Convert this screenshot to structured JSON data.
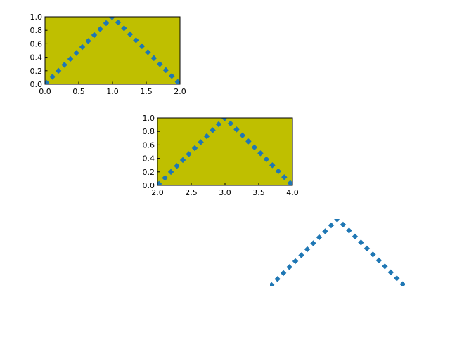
{
  "colors": {
    "axes_face": "#bfbf00",
    "line": "#1f77b4",
    "frame": "#000000",
    "background": "#ffffff"
  },
  "chart_data": [
    {
      "type": "line",
      "x": [
        0.0,
        1.0,
        2.0
      ],
      "y": [
        0.0,
        1.0,
        0.0
      ],
      "xlim": [
        0.0,
        2.0
      ],
      "ylim": [
        0.0,
        1.0
      ],
      "xticks": [
        "0.0",
        "0.5",
        "1.0",
        "1.5",
        "2.0"
      ],
      "yticks": [
        "0.0",
        "0.2",
        "0.4",
        "0.6",
        "0.8",
        "1.0"
      ],
      "line_style": "dotted",
      "axes_visible": true,
      "grid": false
    },
    {
      "type": "line",
      "x": [
        2.0,
        3.0,
        4.0
      ],
      "y": [
        0.0,
        1.0,
        0.0
      ],
      "xlim": [
        2.0,
        4.0
      ],
      "ylim": [
        0.0,
        1.0
      ],
      "xticks": [
        "2.0",
        "2.5",
        "3.0",
        "3.5",
        "4.0"
      ],
      "yticks": [
        "0.0",
        "0.2",
        "0.4",
        "0.6",
        "0.8",
        "1.0"
      ],
      "line_style": "dotted",
      "axes_visible": true,
      "grid": false
    },
    {
      "type": "line",
      "x": [
        4.0,
        5.0,
        6.0
      ],
      "y": [
        0.0,
        1.0,
        0.0
      ],
      "xlim": [
        4.0,
        6.0
      ],
      "ylim": [
        0.0,
        1.0
      ],
      "xticks": [],
      "yticks": [],
      "line_style": "dotted",
      "axes_visible": false,
      "grid": false
    }
  ]
}
